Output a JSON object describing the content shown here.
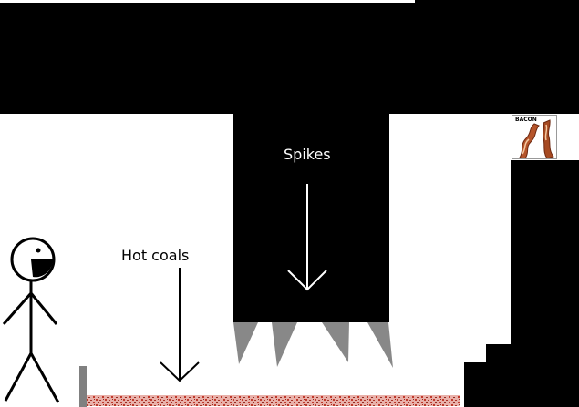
{
  "scene": {
    "labels": {
      "spikes": "Spikes",
      "hot_coals": "Hot coals"
    },
    "pickup": {
      "name": "bacon",
      "text": "BACON"
    },
    "colors": {
      "background": "#ffffff",
      "walls": "#000000",
      "spikes": "#888888",
      "hot_coals": "#c0392b",
      "post": "#808080",
      "bacon": "#b5542a"
    },
    "icons": {
      "player": "stick-figure-icon",
      "pickup": "bacon-icon",
      "spike": "spike-icon",
      "arrow": "arrow-down-icon"
    }
  }
}
